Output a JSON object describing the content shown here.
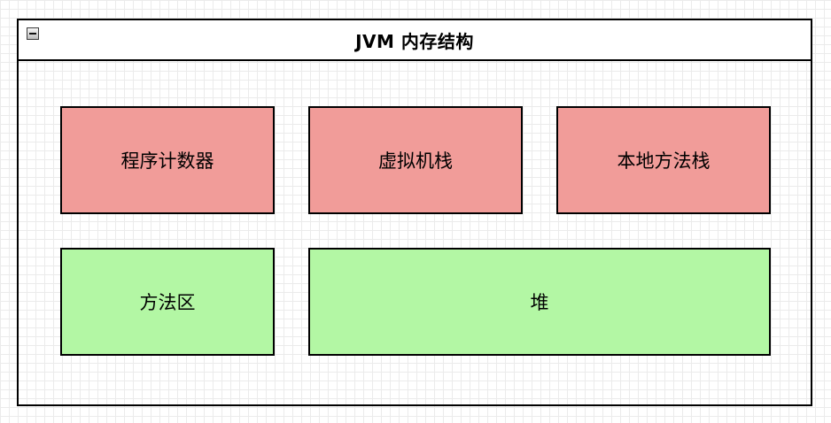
{
  "diagram": {
    "title": "JVM 内存结构",
    "colors": {
      "thread_private_fill": "#f19c99",
      "shared_fill": "#b3f7a4",
      "border": "#000000"
    },
    "header": {
      "toggle_icon": "minus-icon"
    },
    "blocks": [
      {
        "label": "程序计数器",
        "fill": "red"
      },
      {
        "label": "虚拟机栈",
        "fill": "red"
      },
      {
        "label": "本地方法栈",
        "fill": "red"
      },
      {
        "label": "方法区",
        "fill": "green"
      },
      {
        "label": "堆",
        "fill": "green"
      }
    ]
  }
}
